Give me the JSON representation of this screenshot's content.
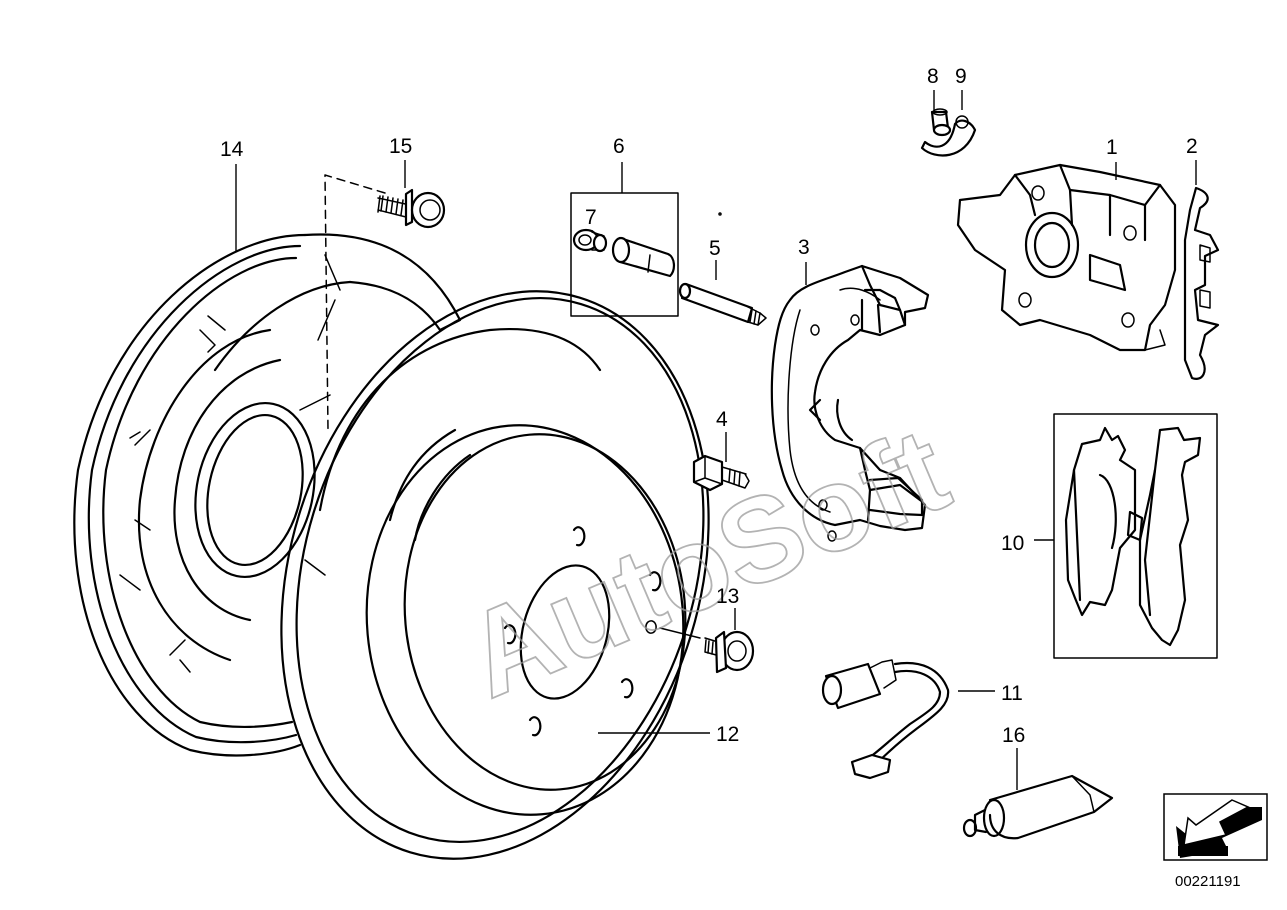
{
  "diagram": {
    "labels": {
      "p1": "1",
      "p2": "2",
      "p3": "3",
      "p4": "4",
      "p5": "5",
      "p6": "6",
      "p7": "7",
      "p8": "8",
      "p9": "9",
      "p10": "10",
      "p11": "11",
      "p12": "12",
      "p13": "13",
      "p14": "14",
      "p15": "15",
      "p16": "16"
    },
    "watermark": "AutoSoft",
    "diagram_code": "00221191",
    "nav_icon": "arrow-bottom-left-icon"
  }
}
